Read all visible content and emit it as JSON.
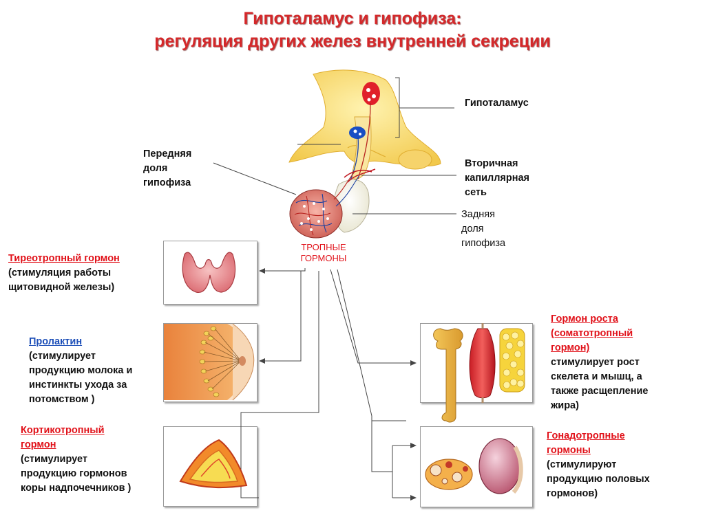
{
  "title": {
    "line1": "Гипоталамус и гипофиза:",
    "line2": "регуляция других желез внутренней секреции"
  },
  "labels": {
    "hypothalamus": "Гипоталамус",
    "anterior": [
      "Передняя",
      "доля",
      "гипофиза"
    ],
    "capillary": [
      "Вторичная",
      "капиллярная",
      "сеть"
    ],
    "posterior": [
      "Задняя",
      "доля",
      "гипофиза"
    ],
    "tropic": [
      "ТРОПНЫЕ",
      "ГОРМОНЫ"
    ]
  },
  "hormones": {
    "thyroid": {
      "name": "Тиреотропный гормон",
      "desc": [
        "(стимуляция работы",
        "щитовидной железы)"
      ]
    },
    "prolactin": {
      "name": "Пролактин",
      "desc": [
        "(стимулирует",
        "продукцию молока и",
        "инстинкты ухода за",
        "потомством )"
      ]
    },
    "cortico": {
      "name": [
        "Кортикотропный",
        "гормон"
      ],
      "desc": [
        "(стимулирует",
        "продукцию гормонов",
        "коры надпочечников )"
      ]
    },
    "growth": {
      "name": [
        "Гормон роста",
        "(соматотропный",
        "гормон)"
      ],
      "desc": [
        "стимулирует рост",
        "скелета и мышц, а",
        "также расщепление",
        "жира)"
      ]
    },
    "gonado": {
      "name": [
        "Гонадотропные",
        "гормоны"
      ],
      "desc": [
        "(стимулируют",
        "продукцию половых",
        "гормонов)"
      ]
    }
  },
  "colors": {
    "title": "#d4282a",
    "accent_red": "#e1121a",
    "accent_blue": "#1d4fb8"
  }
}
